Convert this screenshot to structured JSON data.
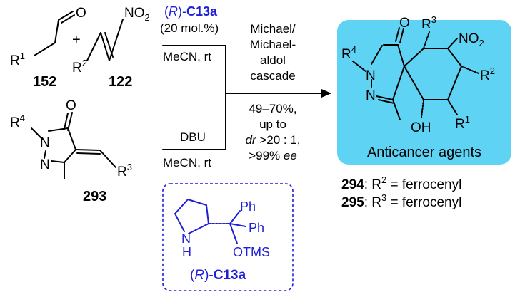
{
  "reagents": {
    "aldehyde": {
      "substituent": "R",
      "sup": "1",
      "oxygen": "O",
      "number": "152"
    },
    "plus": "+",
    "nitroalkene": {
      "group": "NO",
      "sub": "2",
      "substituent": "R",
      "sup": "2",
      "number": "122"
    },
    "pyrazolone": {
      "r4": "R",
      "r4_sup": "4",
      "n1": "N",
      "n2": "N",
      "oxygen": "O",
      "r3": "R",
      "r3_sup": "3",
      "number": "293"
    }
  },
  "conditions": {
    "catalyst_prefix": "(",
    "catalyst_stereo": "R",
    "catalyst_suffix": ")-",
    "catalyst_name": "C13a",
    "loading": "(20 mol.%)",
    "solvent1": "MeCN, rt",
    "base": "DBU",
    "solvent2": "MeCN, rt",
    "cascade": [
      "Michael/",
      "Michael-",
      "aldol",
      "cascade"
    ],
    "yield": "49–70%,",
    "upto": "up to",
    "dr_italic": "dr",
    "dr_value": " >20 : 1,",
    "ee_value": ">99% ",
    "ee_italic": "ee"
  },
  "product": {
    "r4": "R",
    "r4_sup": "4",
    "n1": "N",
    "n2": "N",
    "oxygen": "O",
    "r3": "R",
    "r3_sup": "3",
    "nitro": "NO",
    "nitro_sub": "2",
    "r2": "R",
    "r2_sup": "2",
    "r1": "R",
    "r1_sup": "1",
    "oh": "OH",
    "label": "Anticancer agents",
    "box_color": "#5fd3f3"
  },
  "notes": [
    {
      "num": "294",
      "sep": ": R",
      "sup": "2",
      "rest": " = ferrocenyl"
    },
    {
      "num": "295",
      "sep": ": R",
      "sup": "3",
      "rest": " = ferrocenyl"
    }
  ],
  "catalyst_box": {
    "nh": "N",
    "h": "H",
    "ph1": "Ph",
    "ph2": "Ph",
    "otms": "OTMS",
    "label_prefix": "(",
    "label_stereo": "R",
    "label_suffix": ")-",
    "label_name": "C13a",
    "accent": "#1f1fd6"
  }
}
